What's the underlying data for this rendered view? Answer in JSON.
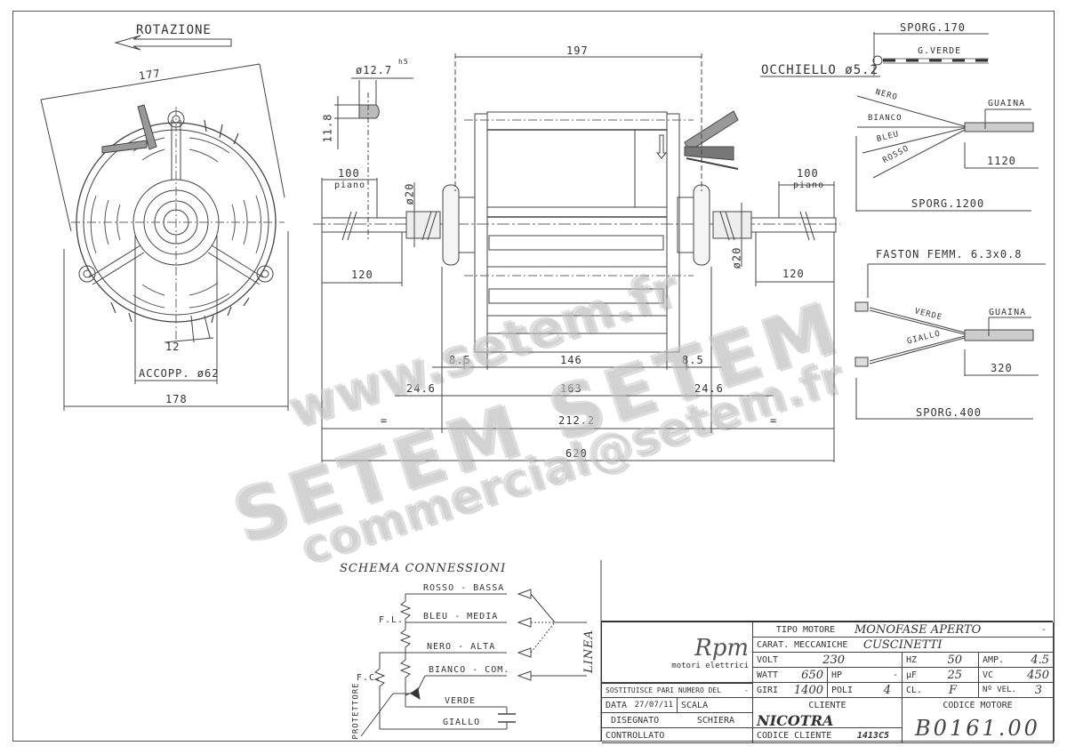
{
  "drawing": {
    "front_view": {
      "rotation_label": "ROTAZIONE",
      "dim_diagonal": "177",
      "dim_width": "178",
      "dim_key": "12",
      "dim_coupling": "ACCOPP. ø62"
    },
    "shaft_detail": {
      "dim_diameter": "ø12.7",
      "tolerance": "h5",
      "dim_flat": "11.8"
    },
    "side_view": {
      "dim_197": "197",
      "left_flat_len": "100",
      "left_flat_label": "piano",
      "right_flat_len": "100",
      "right_flat_label": "piano",
      "dim_d20_left": "ø20",
      "dim_d20_right": "ø20",
      "left_shaft": "120",
      "right_shaft": "120",
      "dim_8_5_left": "8.5",
      "dim_146": "146",
      "dim_8_5_right": "8.5",
      "dim_24_6_left": "24.6",
      "dim_163": "163",
      "dim_24_6_right": "24.6",
      "eq_left": "=",
      "dim_212_2": "212.2",
      "eq_right": "=",
      "dim_620": "620"
    },
    "ground_lead": {
      "sporg": "SPORG.170",
      "wire": "G.VERDE",
      "eyelet": "OCCHIELLO ø5.2"
    },
    "main_leads": {
      "wires": [
        "NERO",
        "BIANCO",
        "BLEU",
        "ROSSO"
      ],
      "sheath": "GUAINA",
      "dim_sheath": "1120",
      "sporg": "SPORG.1200"
    },
    "cap_leads": {
      "connector": "FASTON FEMM. 6.3x0.8",
      "wires": [
        "VERDE",
        "GIALLO"
      ],
      "sheath": "GUAINA",
      "dim_sheath": "320",
      "sporg": "SPORG.400"
    },
    "schema": {
      "title": "SCHEMA CONNESSIONI",
      "lines": [
        "ROSSO - BASSA",
        "BLEU - MEDIA",
        "NERO - ALTA",
        "BIANCO - COM.",
        "VERDE",
        "GIALLO"
      ],
      "fl": "F.L.",
      "fc": "F.C.",
      "protector": "PROTETTORE",
      "line": "LINEA"
    }
  },
  "watermark": {
    "url": "www.setem.fr",
    "brand": "SETEM SETEM",
    "email": "commercial@setem.fr"
  },
  "title_block": {
    "logo": "Rpm",
    "logo_sub": "motori elettrici",
    "tipo_motore_label": "TIPO MOTORE",
    "tipo_motore": "MONOFASE APERTO",
    "tipo_dash": "-",
    "carat_label": "CARAT. MECCANICHE",
    "carat": "CUSCINETTI",
    "volt_label": "VOLT",
    "volt": "230",
    "hz_label": "HZ",
    "hz": "50",
    "amp_label": "AMP.",
    "amp": "4.5",
    "watt_label": "WATT",
    "watt": "650",
    "hp_label": "HP",
    "hp": "-",
    "uf_label": "µF",
    "uf": "25",
    "vc_label": "VC",
    "vc": "450",
    "sostituisce_label": "SOSTITUISCE PARI NUMERO DEL",
    "sostituisce": "-",
    "giri_label": "GIRI",
    "giri": "1400",
    "poli_label": "POLI",
    "poli": "4",
    "cl_label": "CL.",
    "cl": "F",
    "nvel_label": "Nº VEL.",
    "nvel": "3",
    "data_label": "DATA",
    "data": "27/07/11",
    "scala_label": "SCALA",
    "disegnato_label": "DISEGNATO",
    "disegnato": "SCHIERA",
    "controllato_label": "CONTROLLATO",
    "cliente_label": "CLIENTE",
    "cliente": "NICOTRA",
    "codice_cliente_label": "CODICE CLIENTE",
    "codice_cliente": "1413C5",
    "codice_motore_label": "CODICE MOTORE",
    "codice_motore": "B0161.00"
  }
}
